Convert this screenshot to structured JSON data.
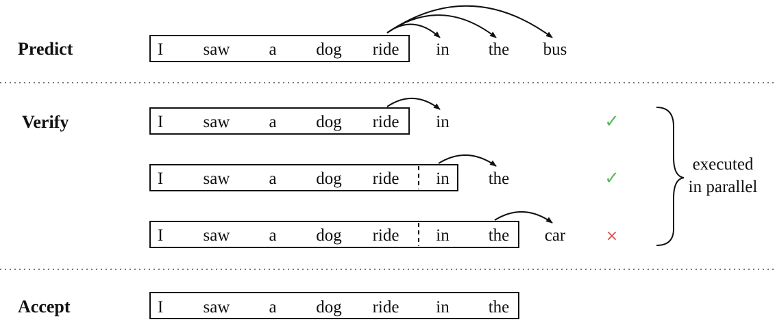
{
  "stages": {
    "predict": "Predict",
    "verify": "Verify",
    "accept": "Accept"
  },
  "predict": {
    "context": [
      "I",
      "saw",
      "a",
      "dog",
      "ride"
    ],
    "predicted": [
      "in",
      "the",
      "bus"
    ]
  },
  "verify_rows": [
    {
      "context": [
        "I",
        "saw",
        "a",
        "dog",
        "ride"
      ],
      "appended": [],
      "next": "in",
      "result": "✓"
    },
    {
      "context": [
        "I",
        "saw",
        "a",
        "dog",
        "ride"
      ],
      "appended": [
        "in"
      ],
      "next": "the",
      "result": "✓"
    },
    {
      "context": [
        "I",
        "saw",
        "a",
        "dog",
        "ride"
      ],
      "appended": [
        "in",
        "the"
      ],
      "next": "car",
      "result": "×"
    }
  ],
  "accept": {
    "tokens": [
      "I",
      "saw",
      "a",
      "dog",
      "ride",
      "in",
      "the"
    ]
  },
  "brace_note": [
    "executed",
    "in parallel"
  ],
  "colors": {
    "check": "#5cb85c",
    "cross": "#d9534f"
  }
}
